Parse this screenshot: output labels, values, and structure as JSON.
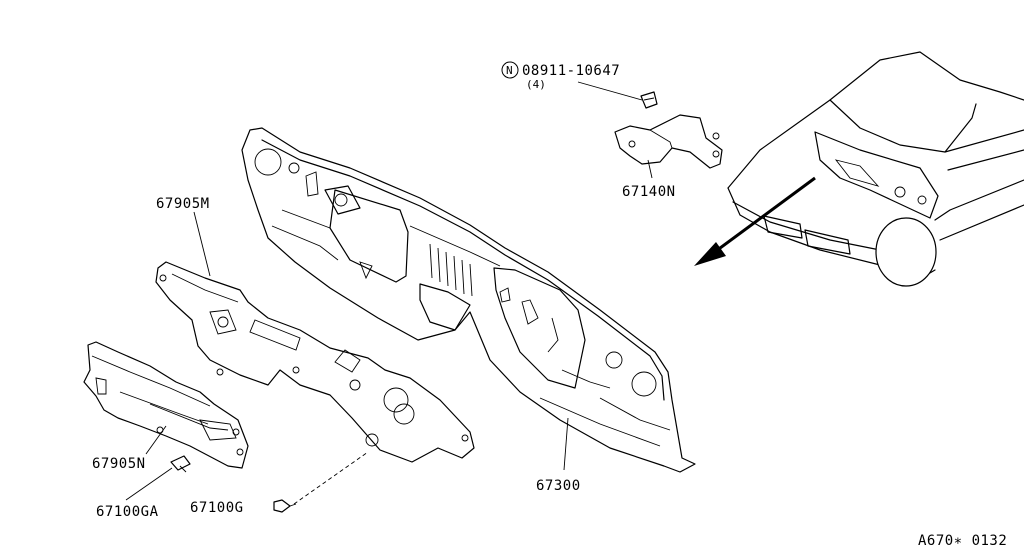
{
  "labels": {
    "nut_part": "08911-10647",
    "nut_qty": "(4)",
    "nut_circle": "N",
    "bracket": "67140N",
    "insulator_upper": "67905M",
    "insulator_lower": "67905N",
    "clip_a": "67100GA",
    "clip_b": "67100G",
    "dash_panel": "67300",
    "figure_code": "A670∗ 0132"
  }
}
